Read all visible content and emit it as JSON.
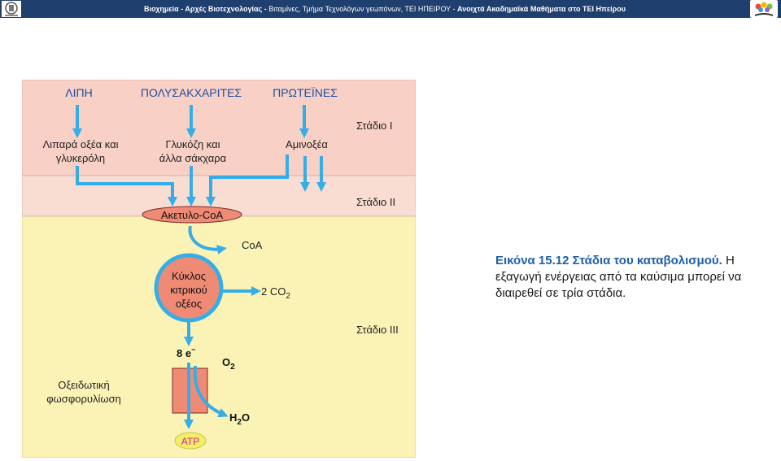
{
  "header": {
    "part1": "Βιοχημεία - Αρχές Βιοτεχνολογίας - ",
    "part2": "Βιταμίνες, Τμήμα Τεχνολόγων γεωπόνων, ΤΕΙ ΗΠΕΙΡΟΥ - ",
    "part3": "Ανοιχτά Ακαδημαϊκά Μαθήματα στο ΤΕΙ Ηπείρου"
  },
  "diagram": {
    "sources": [
      "ΛΙΠΗ",
      "ΠΟΛΥΣΑΚΧΑΡΙΤΕΣ",
      "ΠΡΩΤΕΪΝΕΣ"
    ],
    "stage1": "Στάδιο I",
    "stage2": "Στάδιο II",
    "stage3": "Στάδιο III",
    "fatty_acids_line1": "Λιπαρά οξέα και",
    "fatty_acids_line2": "γλυκερόλη",
    "glucose_line1": "Γλυκόζη και",
    "glucose_line2": "άλλα σάκχαρα",
    "amino_acids": "Αμινοξέα",
    "acetyl_coa": "Ακετυλο-CoA",
    "coa": "CoA",
    "cycle_line1": "Κύκλος",
    "cycle_line2": "κιτρικού",
    "cycle_line3": "οξέος",
    "co2_prefix": "2 CO",
    "co2_sub": "2",
    "electrons": "8 e",
    "electrons_sup": "−",
    "o2_main": "O",
    "o2_sub": "2",
    "oxphos_line1": "Οξειδωτική",
    "oxphos_line2": "φωσφορυλίωση",
    "h2o_main": "H",
    "h2o_sub": "2",
    "h2o_end": "O",
    "atp": "ATP"
  },
  "caption": {
    "title": "Εικόνα  15.12  Στάδια του καταβολισμού.",
    "text": " Η εξαγωγή ενέργειας από τα καύσιμα μπορεί να διαιρεθεί σε τρία στάδια."
  },
  "colors": {
    "header_bg": "#1f3f6f",
    "stage1_bg": "#f8d0c6",
    "stage2_bg": "#f9dcd2",
    "stage3_bg": "#fbf3b6",
    "label_blue": "#1d4f9c",
    "arrow_blue": "#35aee8",
    "cycle_fill": "#ef8a74",
    "atp_fill": "#f2ee6a",
    "atp_text": "#d7208a",
    "caption_blue": "#1f5fa8"
  }
}
